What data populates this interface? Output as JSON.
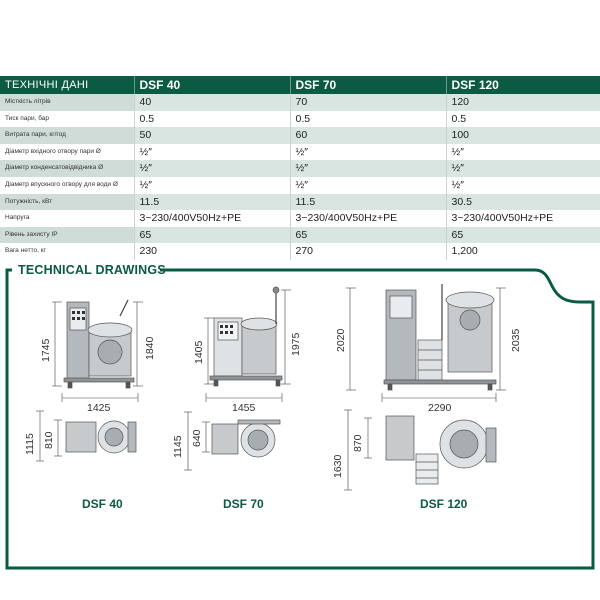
{
  "table": {
    "header": [
      "ТЕХНІЧНІ ДАНІ",
      "DSF 40",
      "DSF 70",
      "DSF 120"
    ],
    "rows": [
      {
        "label": "Місткість літрів",
        "values": [
          "40",
          "70",
          "120"
        ]
      },
      {
        "label": "Тиск пари, бар",
        "values": [
          "0.5",
          "0.5",
          "0.5"
        ]
      },
      {
        "label": "Витрата пари, кг/год",
        "values": [
          "50",
          "60",
          "100"
        ]
      },
      {
        "label": "Діаметр вхідного отвору пари Ø",
        "values": [
          "½″",
          "½″",
          "½″"
        ]
      },
      {
        "label": "Діаметр конденсатовідвідника Ø",
        "values": [
          "½″",
          "½″",
          "½″"
        ]
      },
      {
        "label": "Діаметр впускного отвору для води Ø",
        "values": [
          "½″",
          "½″",
          "½″"
        ]
      },
      {
        "label": "Потужність, кВт",
        "values": [
          "11.5",
          "11.5",
          "30.5"
        ]
      },
      {
        "label": "Напруга",
        "values": [
          "3~230/400V50Hz+PE",
          "3~230/400V50Hz+PE",
          "3~230/400V50Hz+PE"
        ]
      },
      {
        "label": "Рівень захисту IP",
        "values": [
          "65",
          "65",
          "65"
        ]
      },
      {
        "label": "Вага нетто, кг",
        "values": [
          "230",
          "270",
          "1,200"
        ]
      }
    ]
  },
  "drawings": {
    "title": "TECHNICAL DRAWINGS",
    "models": [
      {
        "name": "DSF 40",
        "height_left": "1745",
        "height_right": "1840",
        "width": "1425",
        "depth_outer": "1115",
        "depth_inner": "810"
      },
      {
        "name": "DSF 70",
        "height_left": "1405",
        "height_right": "1975",
        "width": "1455",
        "depth_outer": "1145",
        "depth_inner": "640"
      },
      {
        "name": "DSF 120",
        "height_left": "2020",
        "height_right": "2035",
        "width": "2290",
        "depth_outer": "1630",
        "depth_inner": "870"
      }
    ]
  },
  "colors": {
    "brand": "#0b5a43",
    "row_alt": "#d9e5e1",
    "machine": "#9aa0a6"
  }
}
